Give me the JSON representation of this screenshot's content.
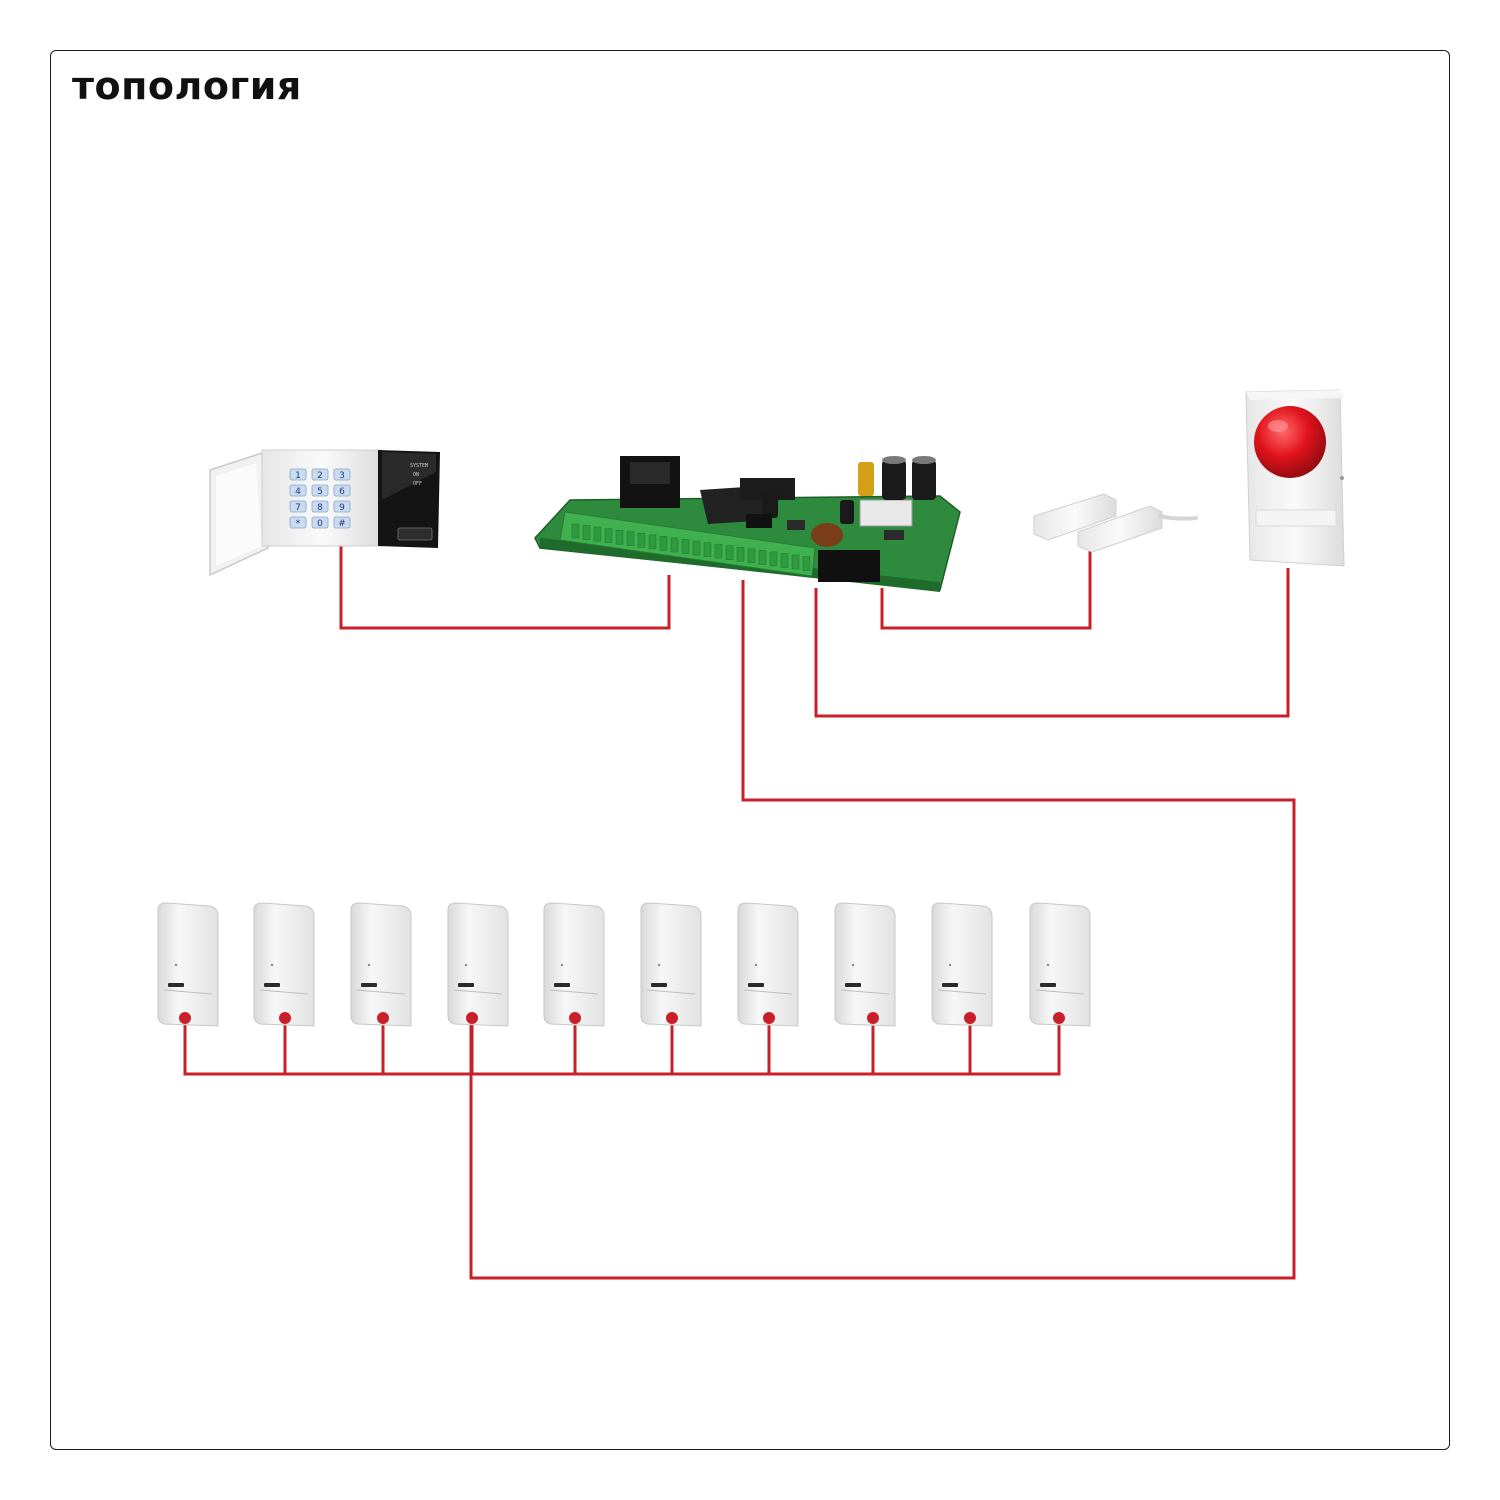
{
  "title": "топология",
  "colors": {
    "wire": "#c8202b",
    "frame": "#1a1a1a",
    "pcb": "#2e8b3e",
    "terminal": "#3fb24f",
    "siren": "#d6121b",
    "device": "#eeeeee"
  },
  "devices": {
    "keypad": {
      "icon": "keypad-icon",
      "keys": [
        "1",
        "2",
        "3",
        "4",
        "5",
        "6",
        "7",
        "8",
        "9",
        "*",
        "0",
        "#"
      ]
    },
    "control_panel": {
      "icon": "circuit-board-icon"
    },
    "magnetic_contact": {
      "icon": "door-contact-icon"
    },
    "siren": {
      "icon": "siren-icon"
    },
    "motion_detectors": {
      "icon": "pir-detector-icon",
      "count": 10
    }
  }
}
